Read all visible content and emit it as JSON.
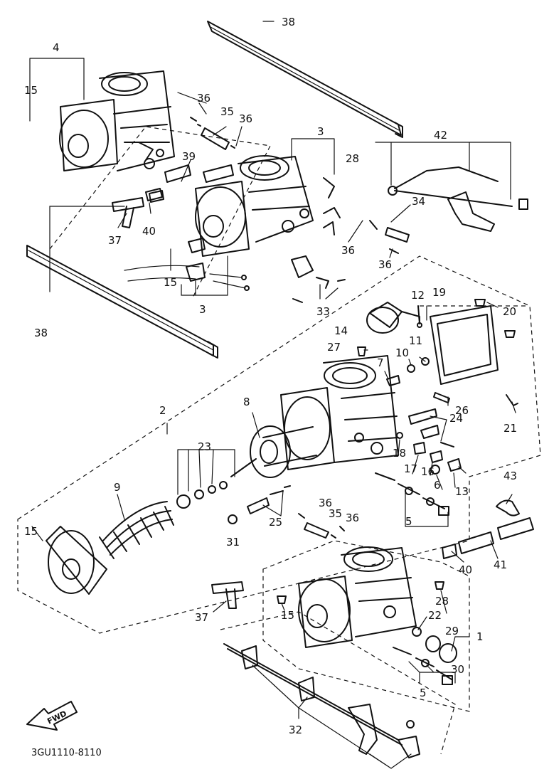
{
  "figure_code": "3GU1110-8110",
  "forward_arrow_label": "FWD",
  "callouts": {
    "c1": "1",
    "c2": "2",
    "c3a": "3",
    "c3b": "3",
    "c4": "4",
    "c5a": "5",
    "c5b": "5",
    "c6": "6",
    "c7": "7",
    "c8": "8",
    "c9": "9",
    "c10": "10",
    "c11": "11",
    "c12": "12",
    "c13": "13",
    "c14": "14",
    "c15a": "15",
    "c15b": "15",
    "c15c": "15",
    "c15d": "15",
    "c16": "16",
    "c17": "17",
    "c18": "18",
    "c19": "19",
    "c20": "20",
    "c21": "21",
    "c22": "22",
    "c23": "23",
    "c24": "24",
    "c25": "25",
    "c26": "26",
    "c27": "27",
    "c28a": "28",
    "c28b": "28",
    "c29": "29",
    "c30": "30",
    "c31": "31",
    "c32": "32",
    "c33": "33",
    "c34": "34",
    "c35a": "35",
    "c35b": "35",
    "c36a": "36",
    "c36b": "36",
    "c36c": "36",
    "c36d": "36",
    "c36e": "36",
    "c37a": "37",
    "c37b": "37",
    "c38a": "38",
    "c38b": "38",
    "c39": "39",
    "c40a": "40",
    "c40b": "40",
    "c41": "41",
    "c42": "42",
    "c43": "43"
  }
}
